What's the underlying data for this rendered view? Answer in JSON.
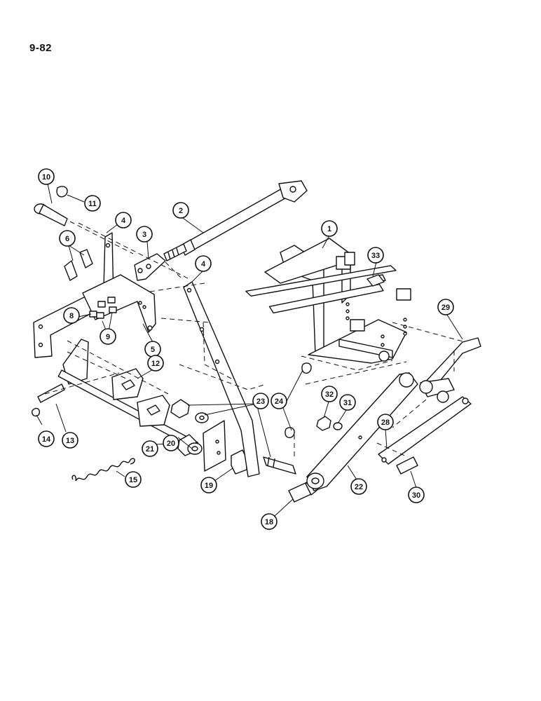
{
  "page_label": "9-82",
  "callouts": [
    "1",
    "2",
    "3",
    "4",
    "4",
    "5",
    "6",
    "8",
    "9",
    "10",
    "11",
    "12",
    "13",
    "14",
    "15",
    "18",
    "19",
    "20",
    "21",
    "22",
    "23",
    "24",
    "28",
    "29",
    "30",
    "31",
    "32",
    "33"
  ]
}
